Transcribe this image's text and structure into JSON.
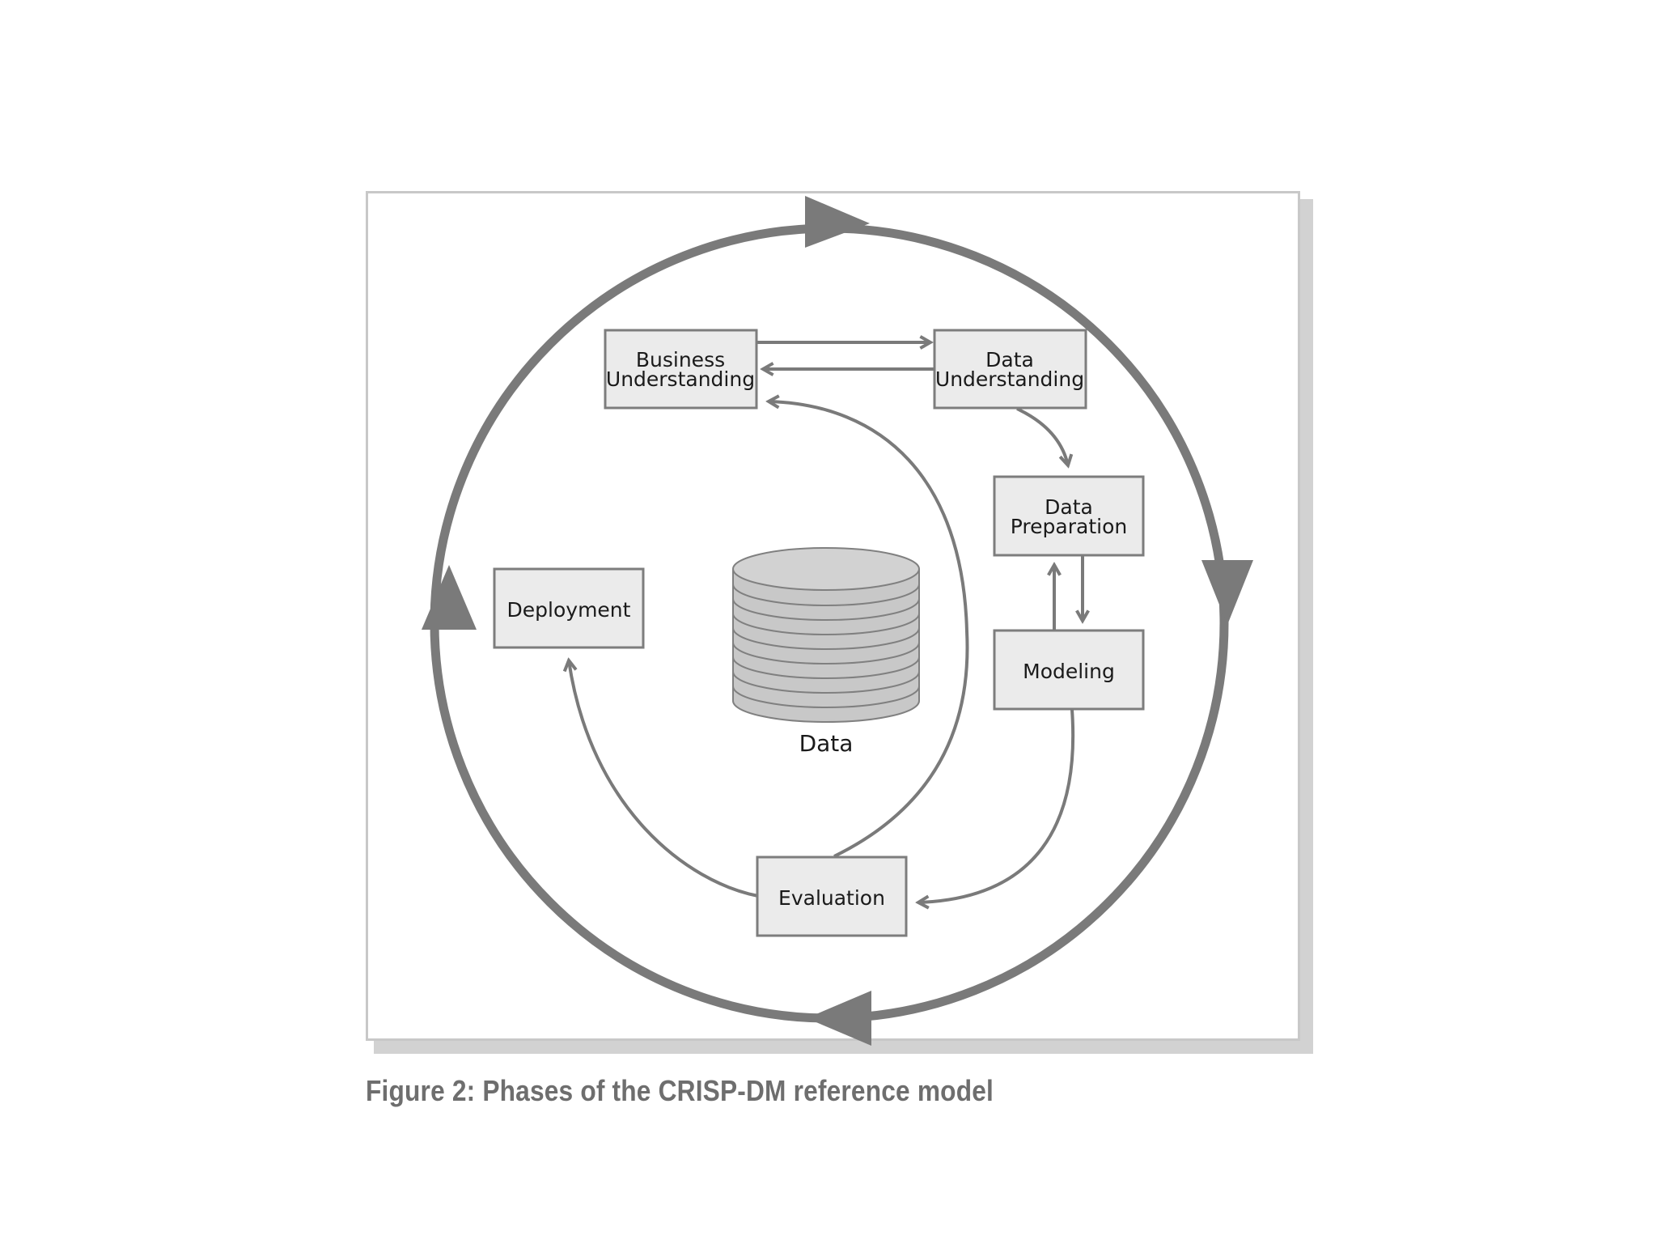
{
  "diagram": {
    "phases": {
      "business_understanding": [
        "Business",
        "Understanding"
      ],
      "data_understanding": [
        "Data",
        "Understanding"
      ],
      "data_preparation": [
        "Data",
        "Preparation"
      ],
      "modeling": "Modeling",
      "evaluation": "Evaluation",
      "deployment": "Deployment"
    },
    "center_label": "Data",
    "colors": {
      "box_fill": "#ebebeb",
      "box_stroke": "#7d7d7d",
      "arrow": "#7a7a7a",
      "outer_cycle": "#7a7a7a",
      "database_fill": "#c8c8c8"
    }
  },
  "caption": "Figure 2: Phases of the CRISP-DM reference model"
}
